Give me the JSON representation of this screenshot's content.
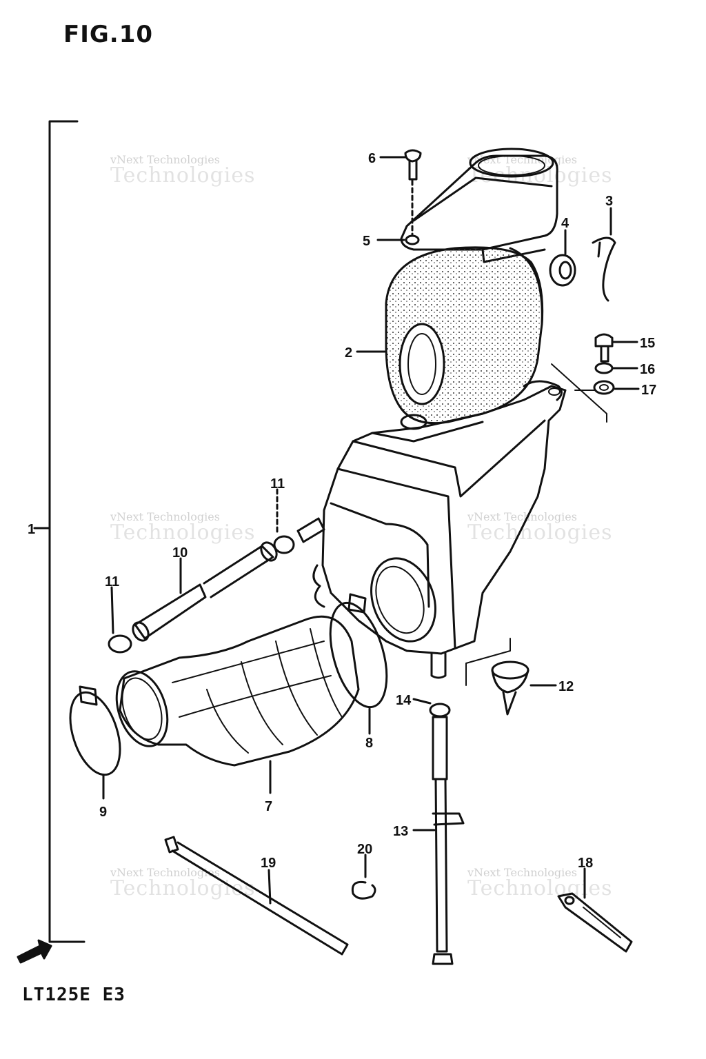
{
  "figure": {
    "title": "FIG.10",
    "model": "LT125E E3"
  },
  "watermark": {
    "line1": "vNext Technologies",
    "line2": "Technologies"
  },
  "callouts": [
    "1",
    "2",
    "3",
    "4",
    "5",
    "6",
    "7",
    "8",
    "9",
    "10",
    "11",
    "11",
    "12",
    "13",
    "14",
    "15",
    "16",
    "17",
    "18",
    "19",
    "20"
  ],
  "icons": {
    "front_arrow": "fwd-arrow-icon"
  }
}
